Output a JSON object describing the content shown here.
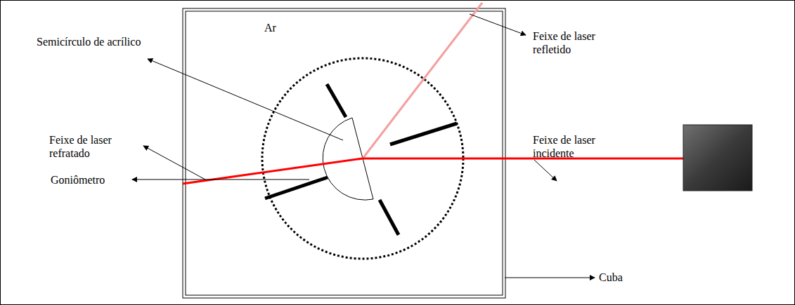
{
  "diagram": {
    "labels": [
      "Ar",
      "Semicírculo de acrílico",
      "Feixe de laser refletido",
      "Feixe de laser refratado",
      "Feixe de laser incidente",
      "Goniômetro",
      "Cuba"
    ]
  }
}
